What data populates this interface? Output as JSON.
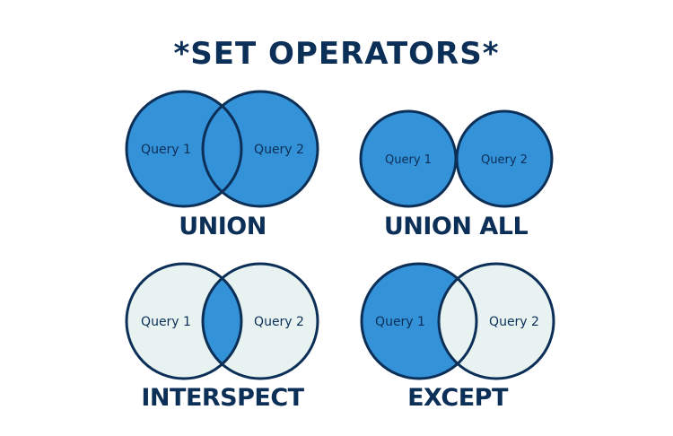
{
  "title": "*SET OPERATORS*",
  "colors": {
    "fill_blue": "#3492d8",
    "fill_light": "#e8f3f1",
    "outline": "#0c2f57",
    "text": "#0c2f57",
    "background": "#ffffff"
  },
  "diagrams": {
    "union": {
      "label": "UNION",
      "left": "Query 1",
      "right": "Query 2"
    },
    "union_all": {
      "label": "UNION ALL",
      "left": "Query 1",
      "right": "Query 2"
    },
    "intersect": {
      "label": "INTERSPECT",
      "left": "Query 1",
      "right": "Query 2"
    },
    "except": {
      "label": "EXCEPT",
      "left": "Query 1",
      "right": "Query 2"
    }
  }
}
